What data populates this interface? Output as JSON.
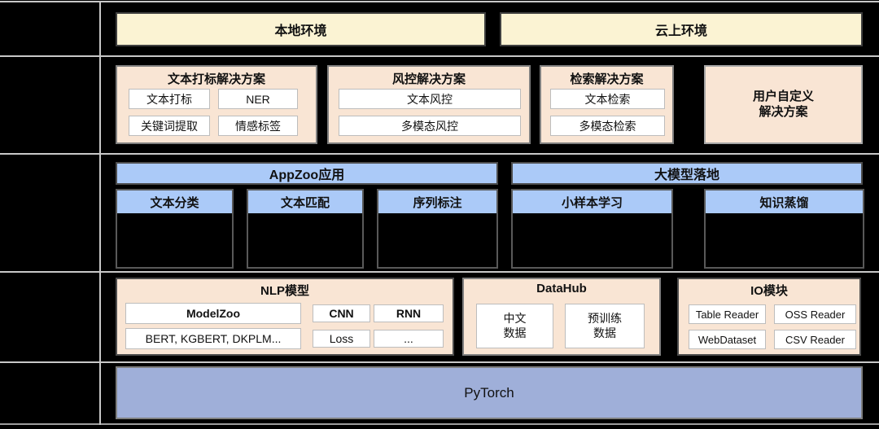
{
  "colors": {
    "background": "#000000",
    "grid_line": "#c8c8c8",
    "environment_fill": "#FBF3D3",
    "solution_fill": "#F9E5D4",
    "app_fill": "#ABCAF8",
    "framework_fill": "#9FAFD9",
    "item_fill": "#ffffff"
  },
  "environments": [
    {
      "label": "本地环境"
    },
    {
      "label": "云上环境"
    }
  ],
  "solutions": [
    {
      "title": "文本打标解决方案",
      "items": [
        "文本打标",
        "NER",
        "关键词提取",
        "情感标签"
      ]
    },
    {
      "title": "风控解决方案",
      "items": [
        "文本风控",
        "多模态风控"
      ]
    },
    {
      "title": "检索解决方案",
      "items": [
        "文本检索",
        "多模态检索"
      ]
    },
    {
      "title": "用户自定义\n解决方案"
    }
  ],
  "app_sections": [
    {
      "header": "AppZoo应用",
      "items": [
        "文本分类",
        "文本匹配",
        "序列标注"
      ]
    },
    {
      "header": "大模型落地",
      "items": [
        "小样本学习",
        "知识蒸馏"
      ]
    }
  ],
  "modules": {
    "nlp": {
      "title": "NLP模型",
      "wide_items": [
        "ModelZoo",
        "BERT, KGBERT, DKPLM..."
      ],
      "small_items": [
        "CNN",
        "RNN",
        "Loss",
        "..."
      ]
    },
    "datahub": {
      "title": "DataHub",
      "items": [
        "中文\n数据",
        "预训练\n数据"
      ]
    },
    "io": {
      "title": "IO模块",
      "items": [
        "Table Reader",
        "OSS Reader",
        "WebDataset",
        "CSV Reader"
      ]
    }
  },
  "framework": {
    "label": "PyTorch"
  }
}
